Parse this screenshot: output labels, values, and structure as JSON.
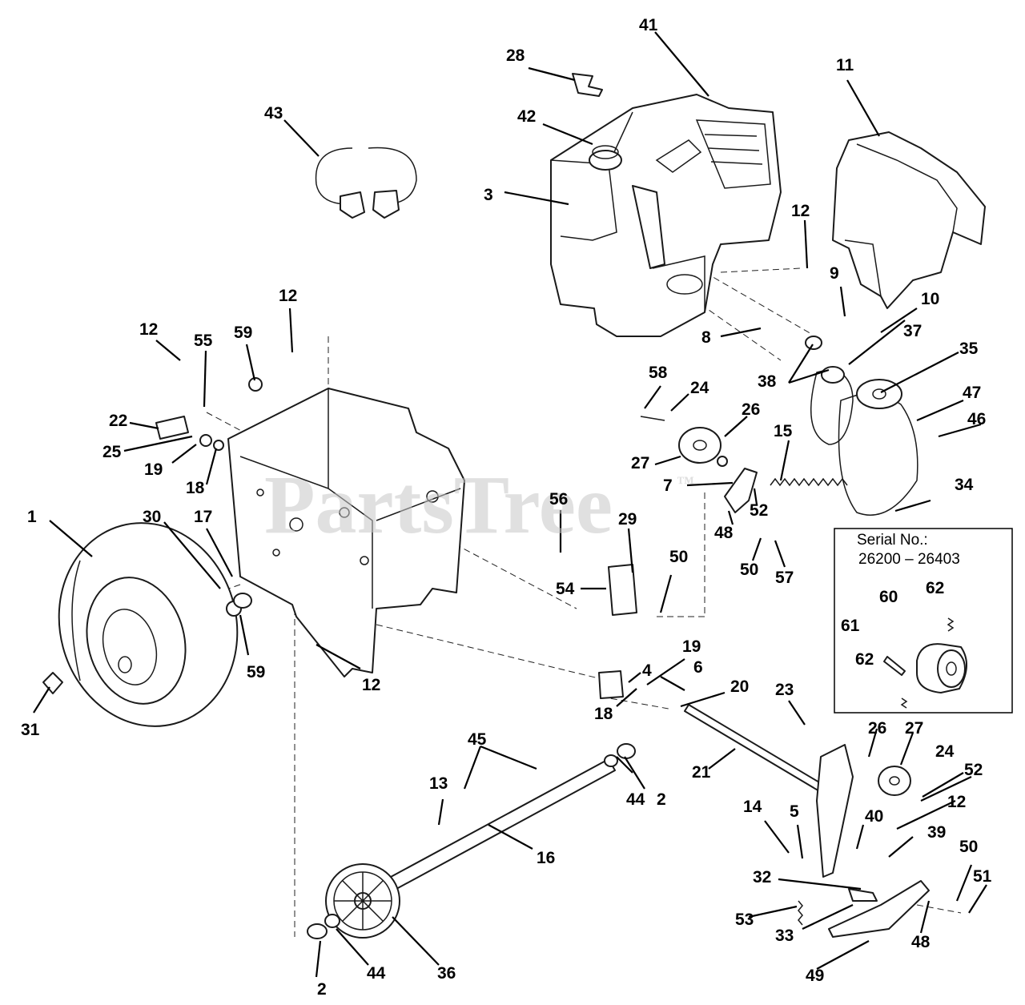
{
  "diagram": {
    "callouts": [
      {
        "id": "c1",
        "label": "1"
      },
      {
        "id": "c2a",
        "label": "2"
      },
      {
        "id": "c2b",
        "label": "2"
      },
      {
        "id": "c3",
        "label": "3"
      },
      {
        "id": "c4",
        "label": "4"
      },
      {
        "id": "c5",
        "label": "5"
      },
      {
        "id": "c6",
        "label": "6"
      },
      {
        "id": "c7",
        "label": "7"
      },
      {
        "id": "c8",
        "label": "8"
      },
      {
        "id": "c9",
        "label": "9"
      },
      {
        "id": "c10",
        "label": "10"
      },
      {
        "id": "c11",
        "label": "11"
      },
      {
        "id": "c12a",
        "label": "12"
      },
      {
        "id": "c12b",
        "label": "12"
      },
      {
        "id": "c12c",
        "label": "12"
      },
      {
        "id": "c12d",
        "label": "12"
      },
      {
        "id": "c12e",
        "label": "12"
      },
      {
        "id": "c13",
        "label": "13"
      },
      {
        "id": "c14",
        "label": "14"
      },
      {
        "id": "c15",
        "label": "15"
      },
      {
        "id": "c16",
        "label": "16"
      },
      {
        "id": "c17",
        "label": "17"
      },
      {
        "id": "c18a",
        "label": "18"
      },
      {
        "id": "c18b",
        "label": "18"
      },
      {
        "id": "c19a",
        "label": "19"
      },
      {
        "id": "c19b",
        "label": "19"
      },
      {
        "id": "c20",
        "label": "20"
      },
      {
        "id": "c21",
        "label": "21"
      },
      {
        "id": "c22",
        "label": "22"
      },
      {
        "id": "c23",
        "label": "23"
      },
      {
        "id": "c24a",
        "label": "24"
      },
      {
        "id": "c24b",
        "label": "24"
      },
      {
        "id": "c25",
        "label": "25"
      },
      {
        "id": "c26a",
        "label": "26"
      },
      {
        "id": "c26b",
        "label": "26"
      },
      {
        "id": "c27a",
        "label": "27"
      },
      {
        "id": "c27b",
        "label": "27"
      },
      {
        "id": "c28",
        "label": "28"
      },
      {
        "id": "c29",
        "label": "29"
      },
      {
        "id": "c30",
        "label": "30"
      },
      {
        "id": "c31",
        "label": "31"
      },
      {
        "id": "c32",
        "label": "32"
      },
      {
        "id": "c33",
        "label": "33"
      },
      {
        "id": "c34",
        "label": "34"
      },
      {
        "id": "c35",
        "label": "35"
      },
      {
        "id": "c36",
        "label": "36"
      },
      {
        "id": "c37",
        "label": "37"
      },
      {
        "id": "c38",
        "label": "38"
      },
      {
        "id": "c39",
        "label": "39"
      },
      {
        "id": "c40",
        "label": "40"
      },
      {
        "id": "c41",
        "label": "41"
      },
      {
        "id": "c42",
        "label": "42"
      },
      {
        "id": "c43",
        "label": "43"
      },
      {
        "id": "c44a",
        "label": "44"
      },
      {
        "id": "c44b",
        "label": "44"
      },
      {
        "id": "c45",
        "label": "45"
      },
      {
        "id": "c46",
        "label": "46"
      },
      {
        "id": "c47",
        "label": "47"
      },
      {
        "id": "c48a",
        "label": "48"
      },
      {
        "id": "c48b",
        "label": "48"
      },
      {
        "id": "c49",
        "label": "49"
      },
      {
        "id": "c50a",
        "label": "50"
      },
      {
        "id": "c50b",
        "label": "50"
      },
      {
        "id": "c50c",
        "label": "50"
      },
      {
        "id": "c51",
        "label": "51"
      },
      {
        "id": "c52a",
        "label": "52"
      },
      {
        "id": "c52b",
        "label": "52"
      },
      {
        "id": "c53",
        "label": "53"
      },
      {
        "id": "c54",
        "label": "54"
      },
      {
        "id": "c55",
        "label": "55"
      },
      {
        "id": "c56",
        "label": "56"
      },
      {
        "id": "c57",
        "label": "57"
      },
      {
        "id": "c58",
        "label": "58"
      },
      {
        "id": "c59a",
        "label": "59"
      },
      {
        "id": "c59b",
        "label": "59"
      },
      {
        "id": "c60",
        "label": "60"
      },
      {
        "id": "c61",
        "label": "61"
      },
      {
        "id": "c62a",
        "label": "62"
      },
      {
        "id": "c62b",
        "label": "62"
      }
    ],
    "inset": {
      "serial_label": "Serial No.:",
      "serial_range": "26200 – 26403"
    },
    "watermark": "PartsTree",
    "watermark_tm": "™"
  }
}
